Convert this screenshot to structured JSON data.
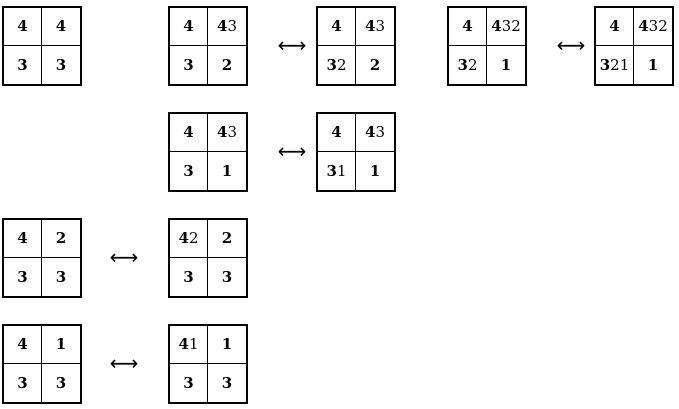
{
  "arrow_symbol": "⟷",
  "rows": [
    {
      "grids": [
        {
          "cells": [
            {
              "bold": "4",
              "rest": ""
            },
            {
              "bold": "4",
              "rest": ""
            },
            {
              "bold": "3",
              "rest": ""
            },
            {
              "bold": "3",
              "rest": ""
            }
          ]
        },
        {
          "cells": [
            {
              "bold": "4",
              "rest": ""
            },
            {
              "bold": "4",
              "rest": "3"
            },
            {
              "bold": "3",
              "rest": ""
            },
            {
              "bold": "2",
              "rest": ""
            }
          ]
        },
        {
          "cells": [
            {
              "bold": "4",
              "rest": ""
            },
            {
              "bold": "4",
              "rest": "3"
            },
            {
              "bold": "3",
              "rest": "2"
            },
            {
              "bold": "2",
              "rest": ""
            }
          ]
        },
        {
          "cells": [
            {
              "bold": "4",
              "rest": ""
            },
            {
              "bold": "4",
              "rest": "32"
            },
            {
              "bold": "3",
              "rest": "2"
            },
            {
              "bold": "1",
              "rest": ""
            }
          ]
        },
        {
          "cells": [
            {
              "bold": "4",
              "rest": ""
            },
            {
              "bold": "4",
              "rest": "32"
            },
            {
              "bold": "3",
              "rest": "21"
            },
            {
              "bold": "1",
              "rest": ""
            }
          ]
        }
      ]
    },
    {
      "grids": [
        {
          "cells": [
            {
              "bold": "4",
              "rest": ""
            },
            {
              "bold": "4",
              "rest": "3"
            },
            {
              "bold": "3",
              "rest": ""
            },
            {
              "bold": "1",
              "rest": ""
            }
          ]
        },
        {
          "cells": [
            {
              "bold": "4",
              "rest": ""
            },
            {
              "bold": "4",
              "rest": "3"
            },
            {
              "bold": "3",
              "rest": "1"
            },
            {
              "bold": "1",
              "rest": ""
            }
          ]
        }
      ]
    },
    {
      "grids": [
        {
          "cells": [
            {
              "bold": "4",
              "rest": ""
            },
            {
              "bold": "2",
              "rest": ""
            },
            {
              "bold": "3",
              "rest": ""
            },
            {
              "bold": "3",
              "rest": ""
            }
          ]
        },
        {
          "cells": [
            {
              "bold": "4",
              "rest": "2"
            },
            {
              "bold": "2",
              "rest": ""
            },
            {
              "bold": "3",
              "rest": ""
            },
            {
              "bold": "3",
              "rest": ""
            }
          ]
        }
      ]
    },
    {
      "grids": [
        {
          "cells": [
            {
              "bold": "4",
              "rest": ""
            },
            {
              "bold": "1",
              "rest": ""
            },
            {
              "bold": "3",
              "rest": ""
            },
            {
              "bold": "3",
              "rest": ""
            }
          ]
        },
        {
          "cells": [
            {
              "bold": "4",
              "rest": "1"
            },
            {
              "bold": "1",
              "rest": ""
            },
            {
              "bold": "3",
              "rest": ""
            },
            {
              "bold": "3",
              "rest": ""
            }
          ]
        }
      ]
    }
  ]
}
